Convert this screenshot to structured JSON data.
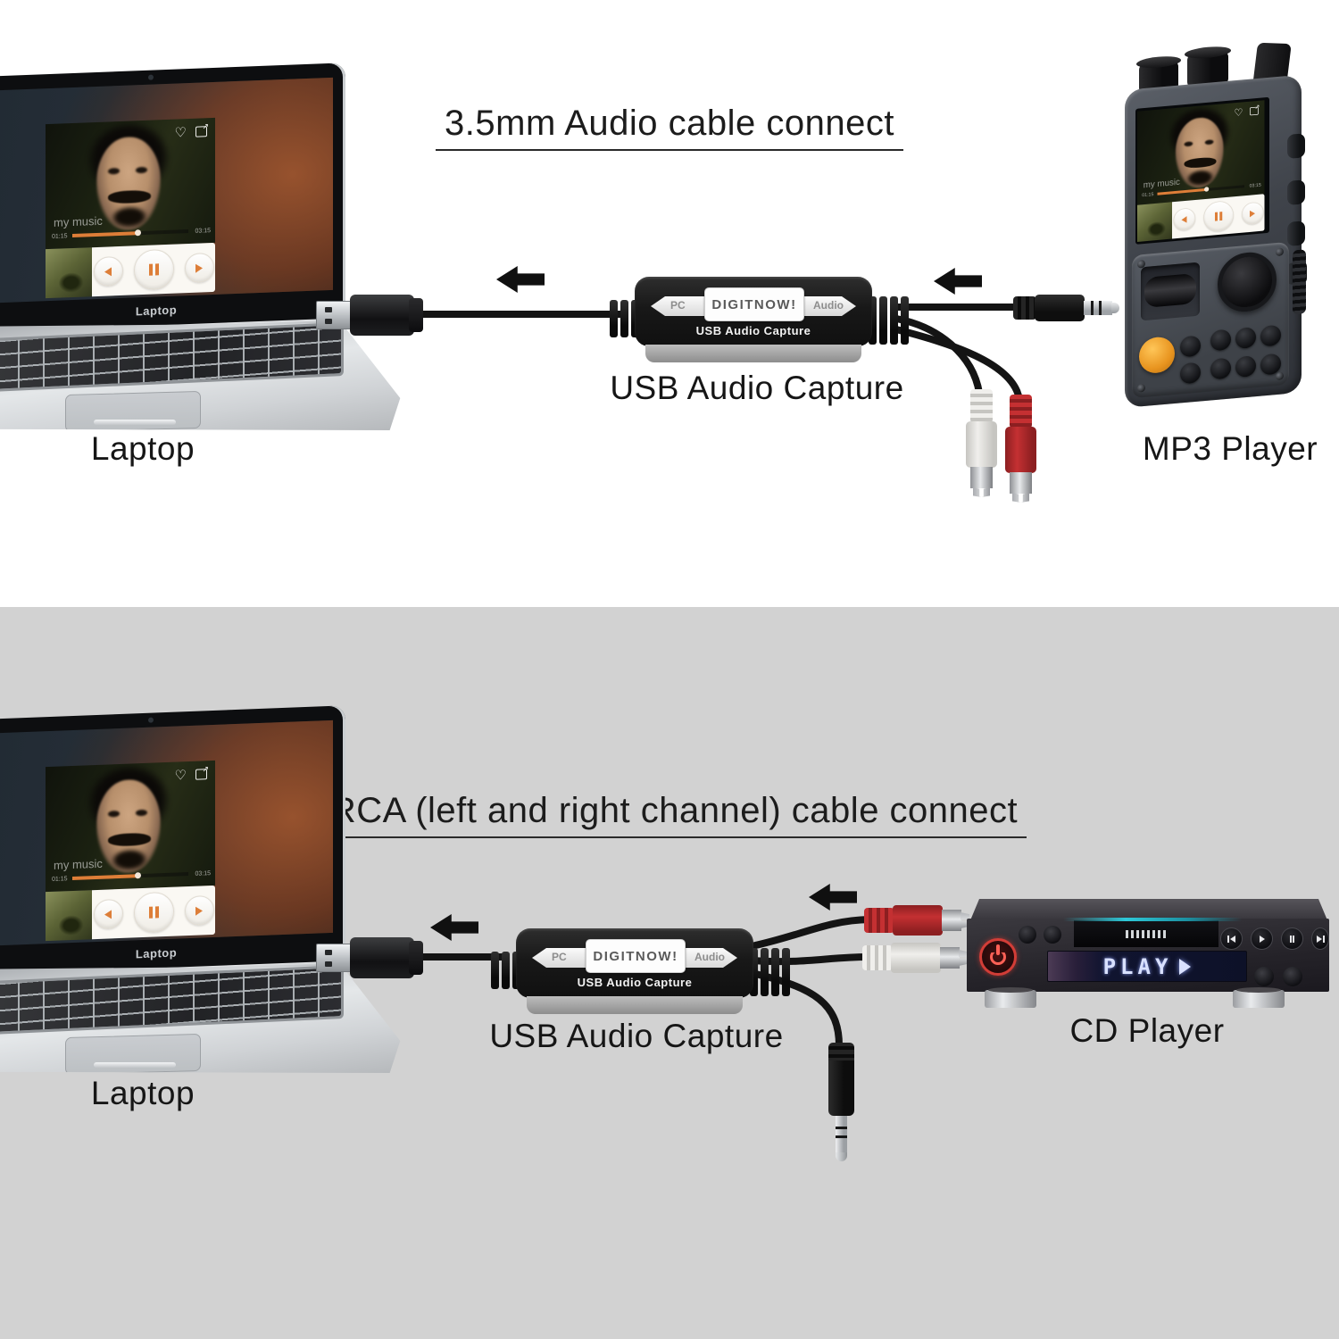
{
  "sections": {
    "top": {
      "title": "3.5mm Audio cable connect",
      "laptop_label": "Laptop",
      "capture_label": "USB Audio Capture",
      "device_label": "MP3 Player"
    },
    "bottom": {
      "title": "RCA (left and right channel) cable connect",
      "laptop_label": "Laptop",
      "capture_label": "USB Audio Capture",
      "device_label": "CD Player"
    }
  },
  "capture_device": {
    "brand": "DIGITNOW!",
    "left_port": "PC",
    "right_port": "Audio",
    "sublabel": "USB Audio Capture"
  },
  "laptop": {
    "bezel_label": "Laptop"
  },
  "player_app": {
    "title": "my music",
    "time_elapsed": "01:15",
    "time_total": "03:15",
    "progress_percent": 55
  },
  "cd_player": {
    "display_text": "PLAY"
  },
  "colors": {
    "accent_orange": "#de7e38",
    "rca_red": "#c02a2c",
    "rca_white": "#f0efec",
    "section_gray": "#d2d2d2",
    "cable_black": "#141414",
    "cyan_glow": "#2ec8d8"
  }
}
